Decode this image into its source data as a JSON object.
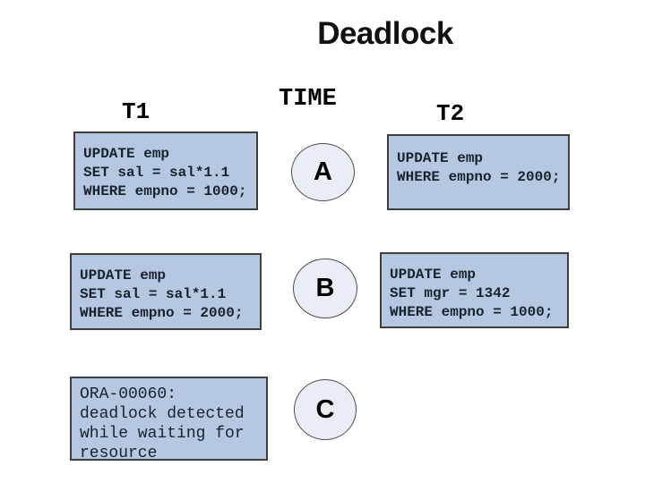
{
  "title": "Deadlock",
  "colors": {
    "background": "#ffffff",
    "box_fill": "#b6c8e1",
    "box_border": "#3f3f3f",
    "circle_fill": "#e9eef6",
    "circle_border": "#4d4d4d",
    "code_text": "#18222e",
    "label_text": "#000000"
  },
  "timeline": {
    "left_label": "T1",
    "center_label": "TIME",
    "right_label": "T2"
  },
  "markers": {
    "a": "A",
    "b": "B",
    "c": "C"
  },
  "boxes": {
    "t1_step_a": "UPDATE emp\nSET sal = sal*1.1\nWHERE empno = 1000;",
    "t2_step_a": "UPDATE emp\nWHERE empno = 2000;",
    "t1_step_b": "UPDATE emp\nSET sal = sal*1.1\nWHERE empno = 2000;",
    "t2_step_b": "UPDATE emp\nSET mgr = 1342\nWHERE empno = 1000;",
    "t1_step_c": "ORA-00060:\ndeadlock detected\nwhile waiting for\nresource"
  }
}
